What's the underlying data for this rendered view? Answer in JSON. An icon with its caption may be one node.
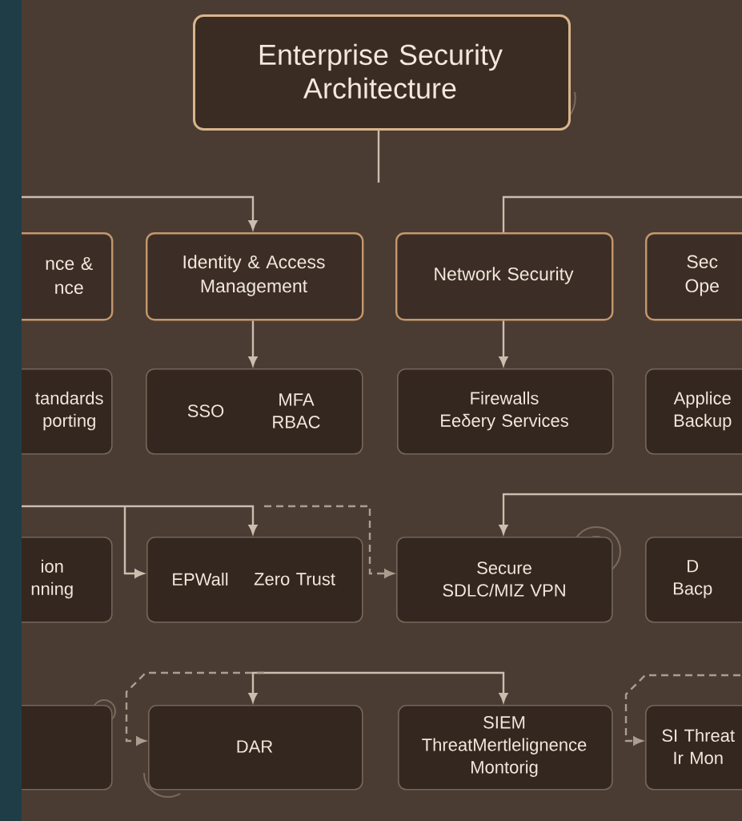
{
  "diagram": {
    "nodes": [
      {
        "text": [
          "Enterprise Security Architecture"
        ]
      },
      {
        "text": [
          "nce & nce"
        ]
      },
      {
        "text": [
          "Identity & Access Management"
        ]
      },
      {
        "text": [
          "Network Security"
        ]
      },
      {
        "text": [
          "Sec Ope"
        ]
      },
      {
        "text": [
          "tandards porting"
        ]
      },
      {
        "text": [
          "SSO",
          "MFA RBAC"
        ]
      },
      {
        "text": [
          "Firewalls Eeδery Services"
        ]
      },
      {
        "text": [
          "Applice Backup"
        ]
      },
      {
        "text": [
          "ion nning"
        ]
      },
      {
        "text": [
          "EPWall",
          "Zero Trust"
        ]
      },
      {
        "text": [
          "Secure SDLC/MIZ VPN"
        ]
      },
      {
        "text": [
          "D Bacp"
        ]
      },
      {
        "text": [],
        "shape": "box"
      },
      {
        "text": [
          "DAR"
        ]
      },
      {
        "text": [
          "SIEM ThreatMertlelignence Montorig"
        ]
      },
      {
        "text": [
          "SI Threat Ir Mon"
        ]
      }
    ],
    "edges": [
      {
        "from": 0,
        "to": null,
        "arrow": "none"
      },
      {
        "from": null,
        "to": 2,
        "arrow": "to"
      },
      {
        "from": 3,
        "to": null,
        "arrow": "none"
      },
      {
        "from": 2,
        "to": 6,
        "arrow": "to"
      },
      {
        "from": 3,
        "to": 7,
        "arrow": "to"
      },
      {
        "from": null,
        "to": 10,
        "arrow": "to"
      },
      {
        "from": null,
        "to": 10,
        "arrow": "to"
      },
      {
        "from": null,
        "to": 11,
        "arrow": "to",
        "style": "dashed"
      },
      {
        "from": null,
        "to": 11,
        "arrow": "to"
      },
      {
        "from": 14,
        "to": 15,
        "arrow": "both"
      },
      {
        "from": null,
        "to": 14,
        "arrow": "to",
        "style": "dashed"
      },
      {
        "from": null,
        "to": 16,
        "arrow": "to",
        "style": "dashed"
      }
    ]
  }
}
